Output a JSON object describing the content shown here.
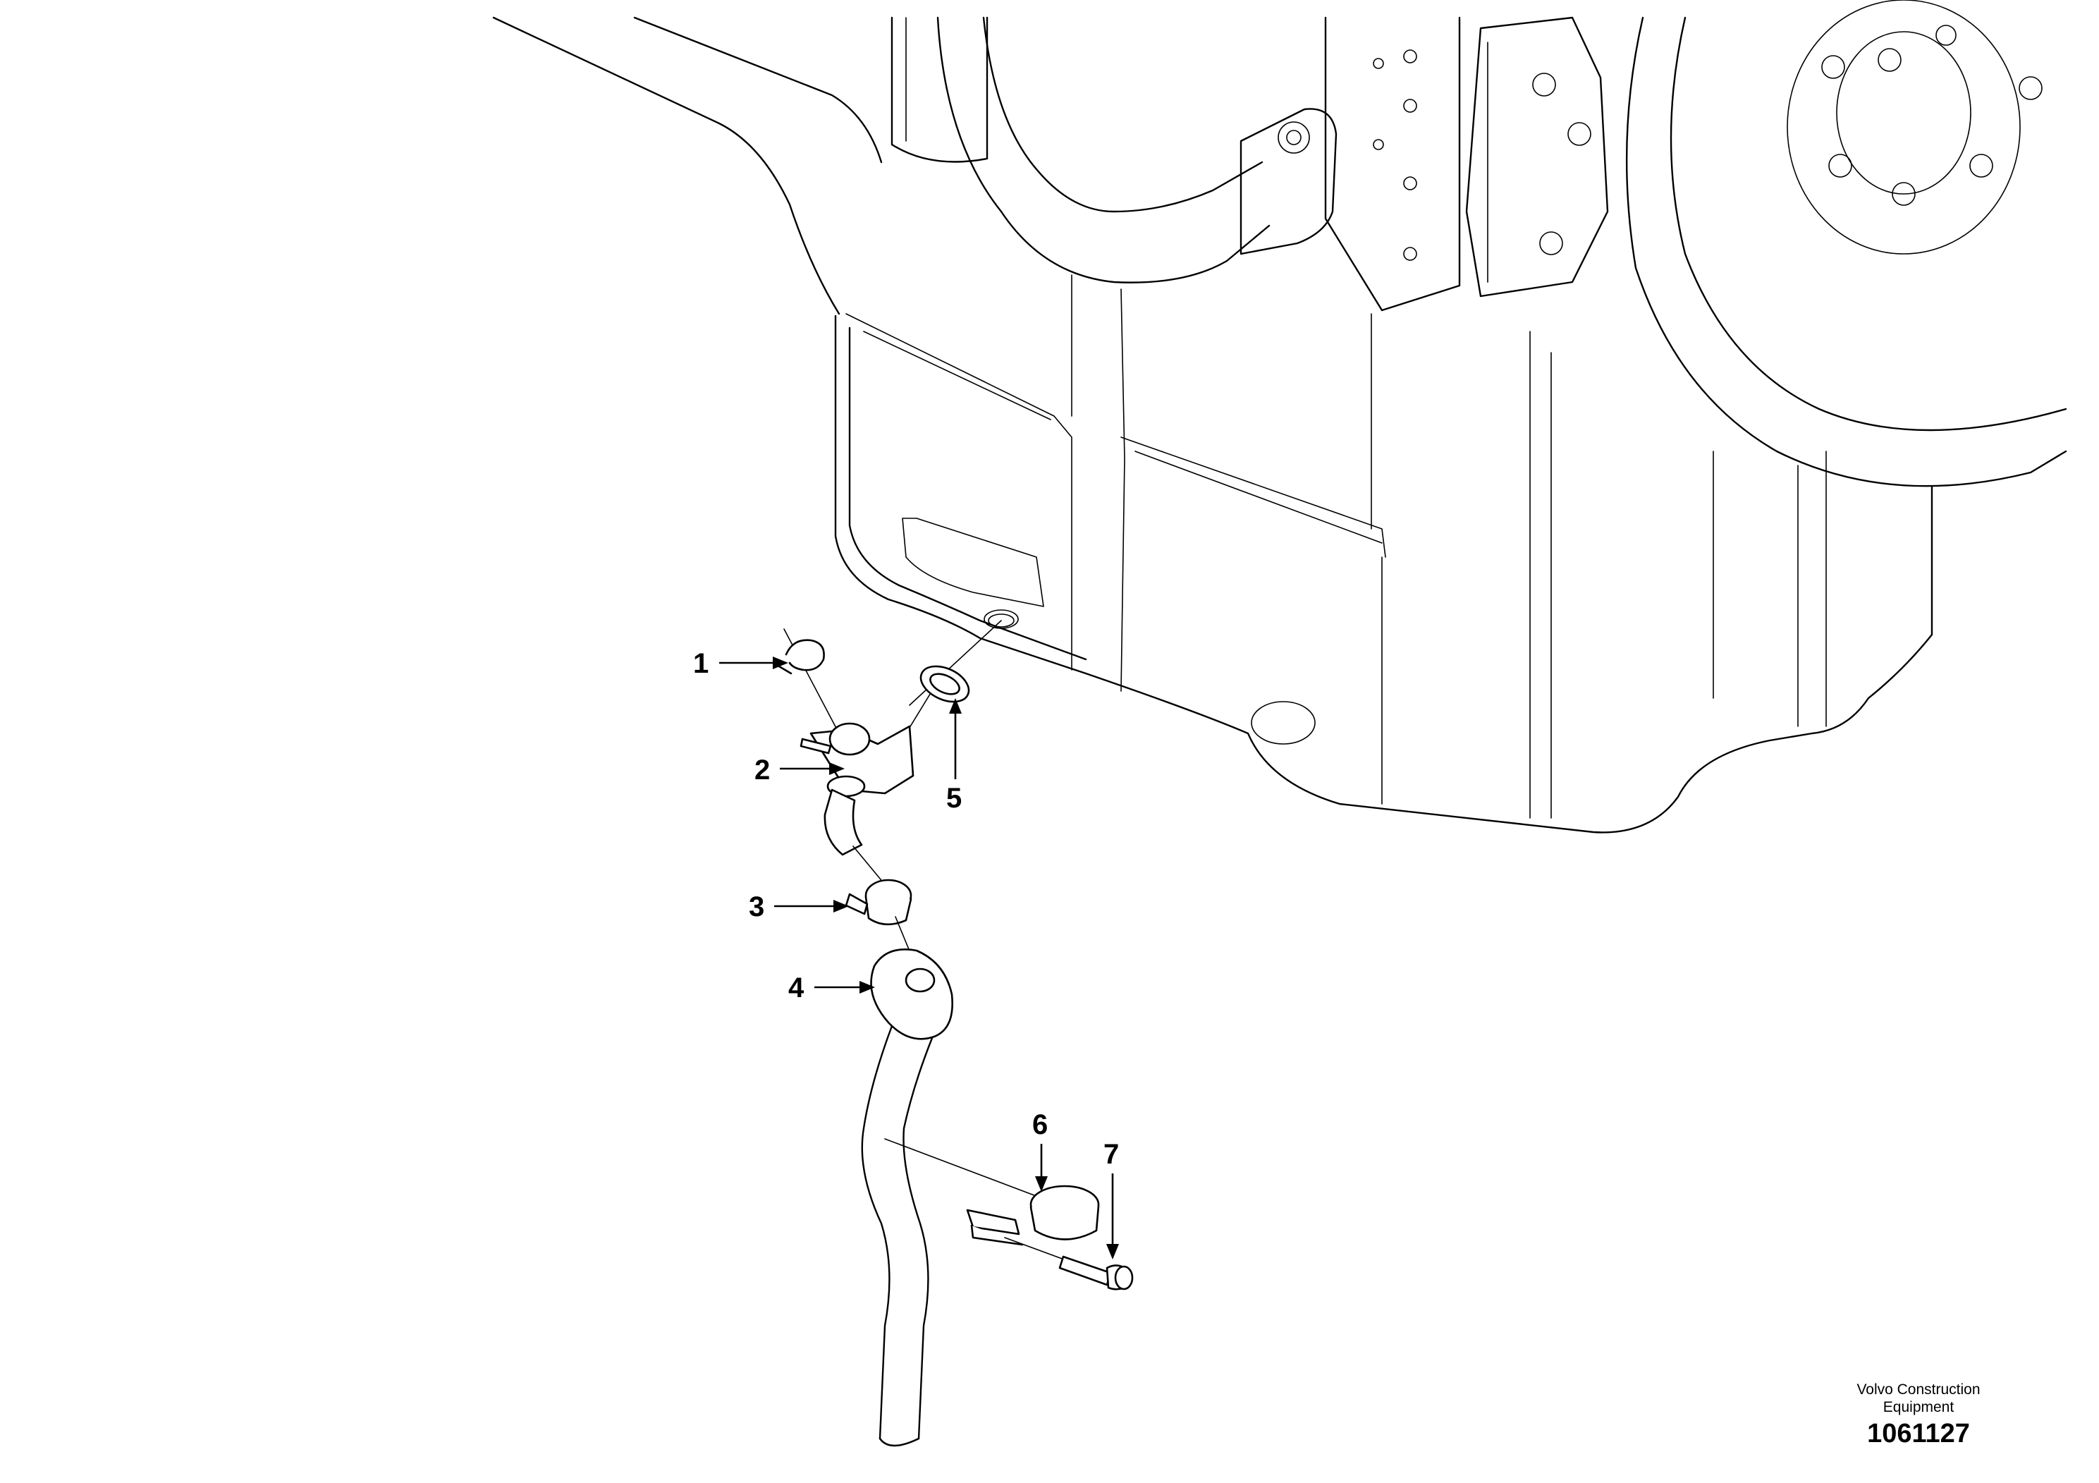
{
  "brand": {
    "line1": "Volvo Construction",
    "line2": "Equipment"
  },
  "drawing_number": "1061127",
  "callouts": [
    {
      "id": "1",
      "label": "1",
      "part": "hose clamp (spring clip)"
    },
    {
      "id": "2",
      "label": "2",
      "part": "drain valve"
    },
    {
      "id": "3",
      "label": "3",
      "part": "hose clamp"
    },
    {
      "id": "4",
      "label": "4",
      "part": "drain hose"
    },
    {
      "id": "5",
      "label": "5",
      "part": "sealing ring"
    },
    {
      "id": "6",
      "label": "6",
      "part": "rubber-lined clamp"
    },
    {
      "id": "7",
      "label": "7",
      "part": "flange screw"
    }
  ]
}
